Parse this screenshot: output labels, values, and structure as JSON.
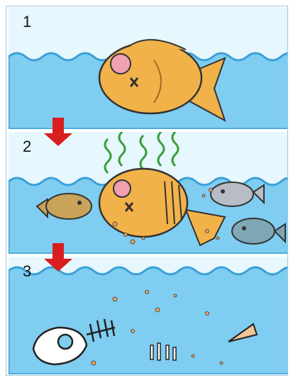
{
  "panels": [
    {
      "number": "1"
    },
    {
      "number": "2"
    },
    {
      "number": "3"
    }
  ],
  "colors": {
    "sky": "#e6f7fd",
    "water": "#7fcdf0",
    "wave": "#3a9fd8",
    "fish": "#f2b24a",
    "arrow": "#d81e1e",
    "stink": "#3a9e3a"
  }
}
